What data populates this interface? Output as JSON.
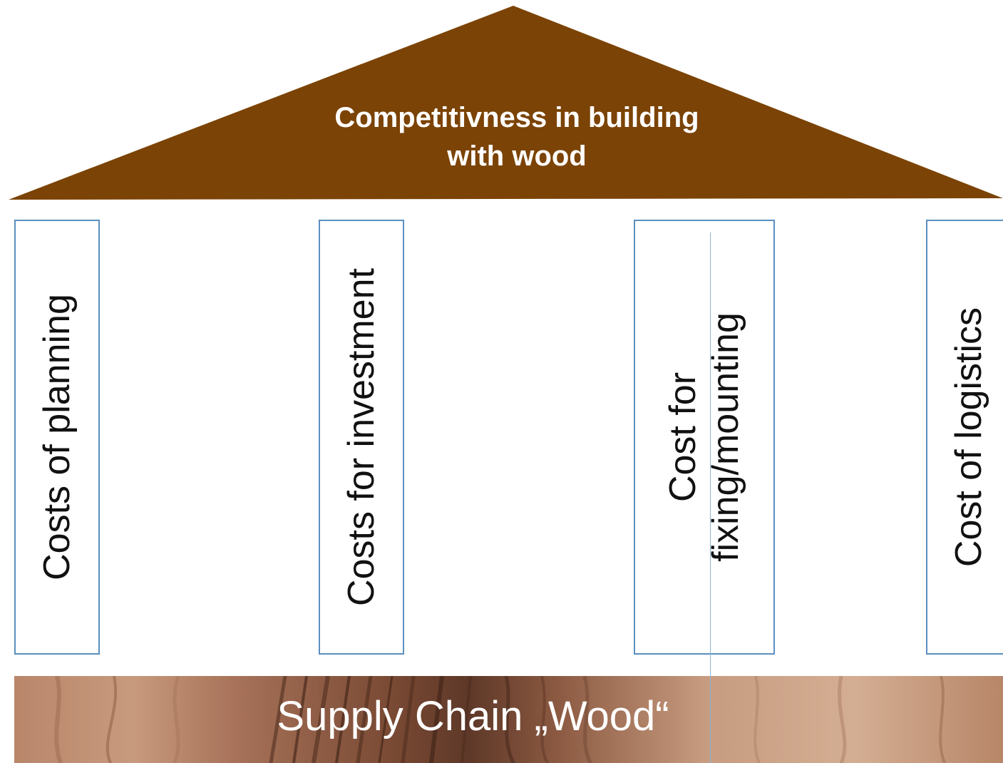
{
  "roof": {
    "title": "Competitivness in building\nwith wood",
    "color": "#7b4305"
  },
  "pillars": [
    {
      "label": "Costs of planning"
    },
    {
      "label": "Costs for investment"
    },
    {
      "label": "Cost for\nfixing/mounting"
    },
    {
      "label": "Cost of logistics"
    }
  ],
  "base": {
    "label": "Supply Chain „Wood“",
    "texture": "wood-grain"
  },
  "colors": {
    "roof": "#7b4305",
    "pillar_border": "#5b8fc0",
    "base_text": "#ffffff"
  }
}
